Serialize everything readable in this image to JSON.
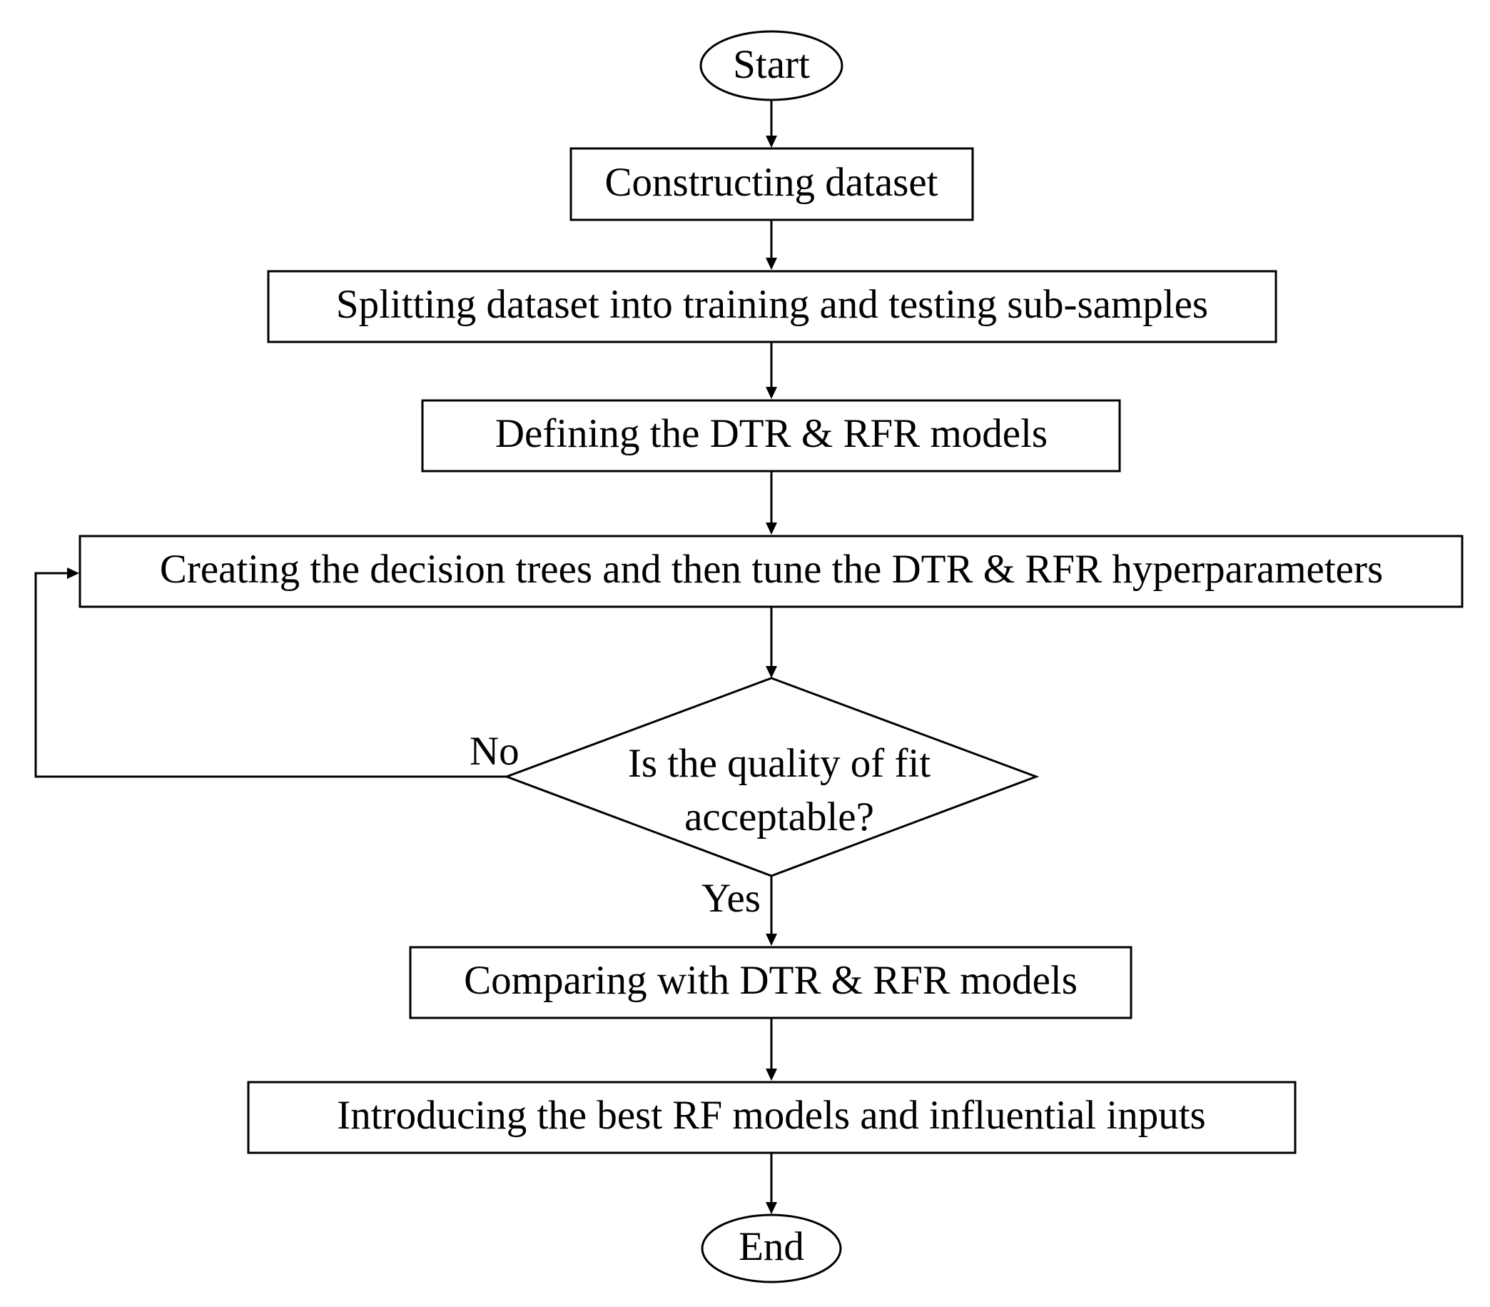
{
  "flowchart": {
    "start": "Start",
    "steps": [
      "Constructing dataset",
      "Splitting dataset into training and testing sub-samples",
      "Defining the DTR & RFR models",
      "Creating the decision trees and then tune the DTR & RFR  hyperparameters"
    ],
    "decision": {
      "line1": "Is the quality of fit",
      "line2": "acceptable?",
      "no_label": "No",
      "yes_label": "Yes"
    },
    "after_steps": [
      "Comparing with DTR & RFR models",
      "Introducing the best RF models and influential inputs"
    ],
    "end": "End"
  }
}
